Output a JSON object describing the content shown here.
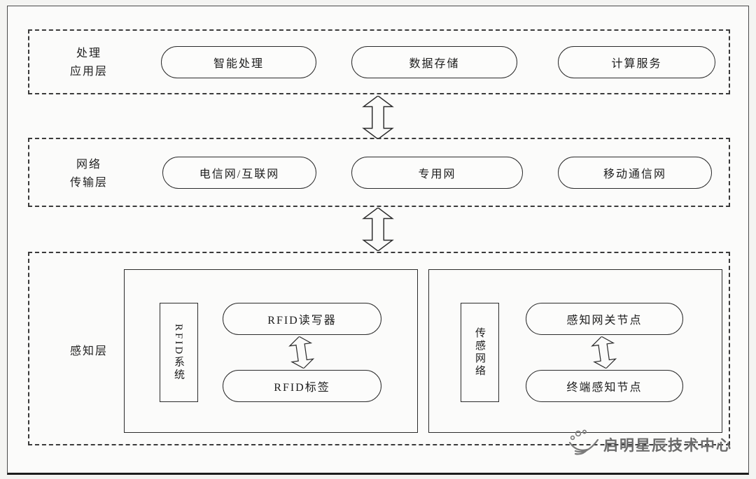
{
  "layers": [
    {
      "label_line1": "处理",
      "label_line2": "应用层",
      "nodes": [
        "智能处理",
        "数据存储",
        "计算服务"
      ]
    },
    {
      "label_line1": "网络",
      "label_line2": "传输层",
      "nodes": [
        "电信网/互联网",
        "专用网",
        "移动通信网"
      ]
    },
    {
      "label": "感知层",
      "subsystems": [
        {
          "side_label": "RFID系统",
          "top_node": "RFID读写器",
          "bottom_node": "RFID标签"
        },
        {
          "side_label": "传感网络",
          "top_node": "感知网关节点",
          "bottom_node": "终端感知节点"
        }
      ]
    }
  ],
  "watermark": {
    "text": "启明星辰技术中心"
  }
}
